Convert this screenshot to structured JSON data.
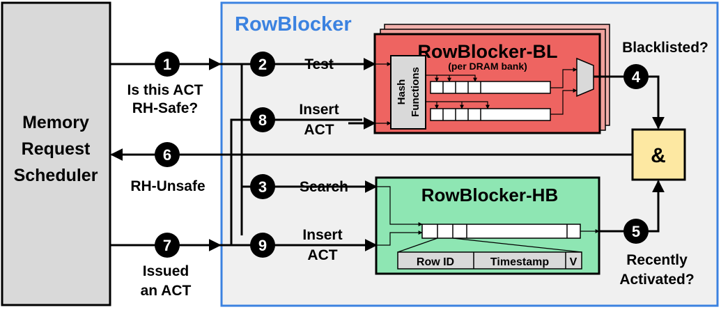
{
  "scheduler": {
    "line1": "Memory",
    "line2": "Request",
    "line3": "Scheduler"
  },
  "rowblocker": {
    "title": "RowBlocker",
    "title_color": "#3b82e0"
  },
  "bl": {
    "title": "RowBlocker-BL",
    "subtitle": "(per DRAM bank)",
    "hash_line1": "Hash",
    "hash_line2": "Functions",
    "fill_color": "#ee6461"
  },
  "hb": {
    "title": "RowBlocker-HB",
    "fields": [
      "Row ID",
      "Timestamp",
      "V"
    ],
    "fill_color": "#8ee6b3"
  },
  "and_gate": {
    "label": "&",
    "fill_color": "#fde8a2"
  },
  "steps": [
    "1",
    "2",
    "3",
    "4",
    "5",
    "6",
    "7",
    "8",
    "9"
  ],
  "labels": {
    "step1_line1": "Is this ACT",
    "step1_line2": "RH-Safe?",
    "test": "Test",
    "insert8_line1": "Insert",
    "insert8_line2": "ACT",
    "search": "Search",
    "insert9_line1": "Insert",
    "insert9_line2": "ACT",
    "blacklisted": "Blacklisted?",
    "recently_line1": "Recently",
    "recently_line2": "Activated?",
    "rh_unsafe": "RH-Unsafe",
    "issued_line1": "Issued",
    "issued_line2": "an ACT"
  }
}
